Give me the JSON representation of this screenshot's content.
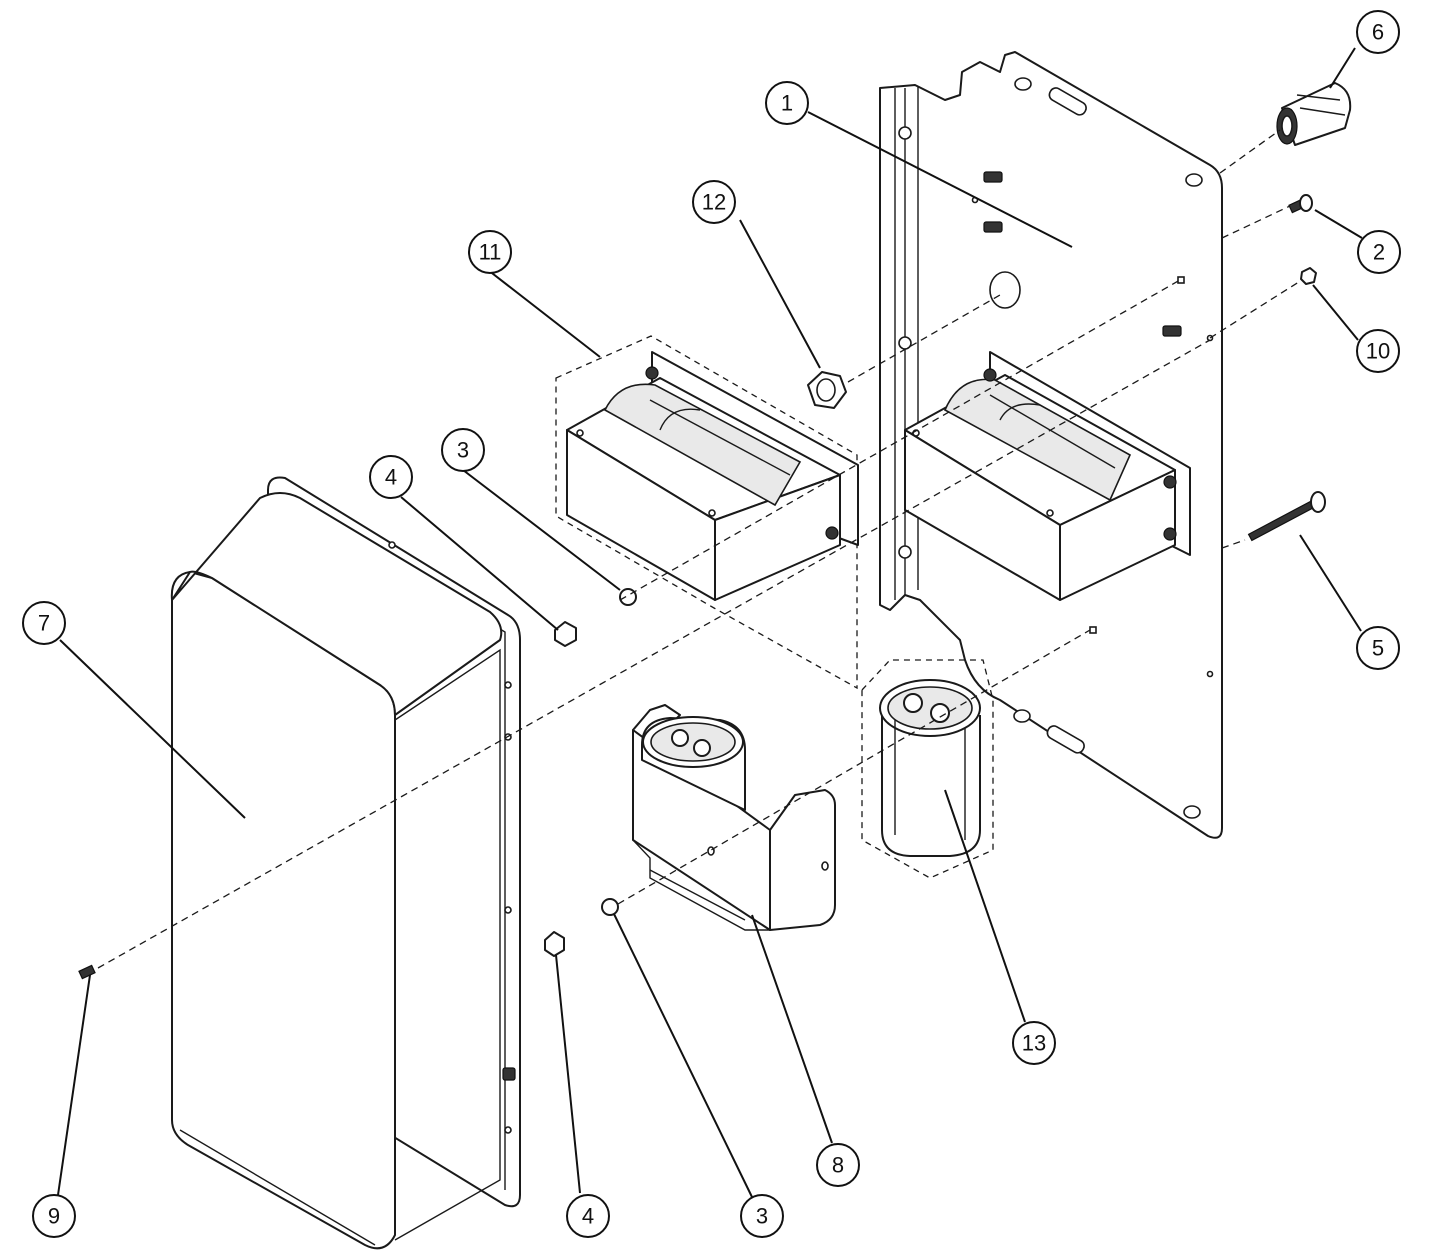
{
  "balloons": [
    {
      "label": "1"
    },
    {
      "label": "2"
    },
    {
      "label": "3"
    },
    {
      "label": "3"
    },
    {
      "label": "4"
    },
    {
      "label": "4"
    },
    {
      "label": "5"
    },
    {
      "label": "6"
    },
    {
      "label": "7"
    },
    {
      "label": "8"
    },
    {
      "label": "9"
    },
    {
      "label": "10"
    },
    {
      "label": "11"
    },
    {
      "label": "12"
    },
    {
      "label": "13"
    }
  ],
  "colors": {
    "line": "#1a1a1a",
    "background": "#ffffff",
    "shade": "#e9e9e9"
  }
}
